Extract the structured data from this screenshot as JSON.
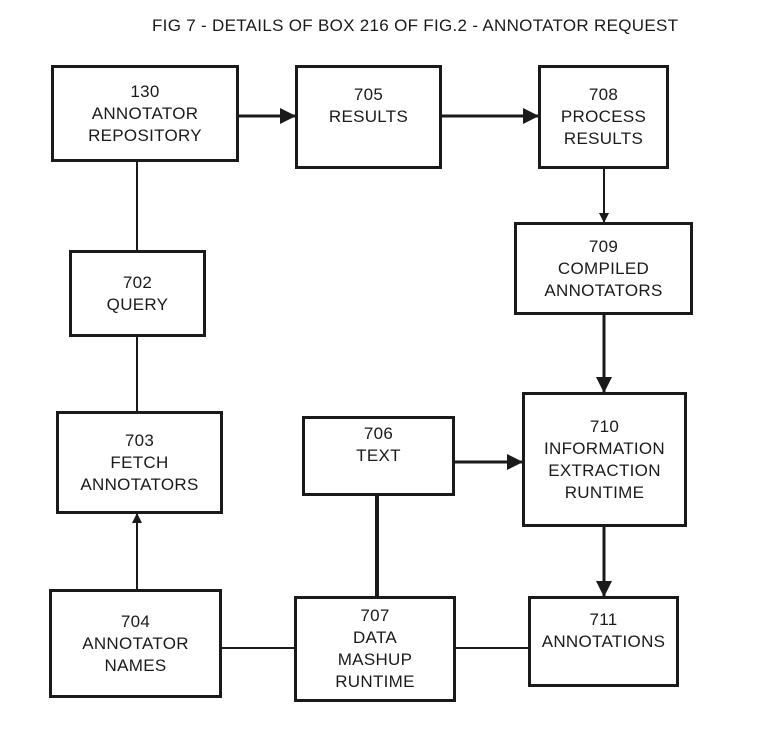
{
  "title": "FIG 7 - DETAILS OF BOX 216 OF FIG.2 - ANNOTATOR REQUEST",
  "boxes": {
    "b130": {
      "lines": [
        "130",
        "ANNOTATOR",
        "REPOSITORY"
      ]
    },
    "b705": {
      "lines": [
        "705",
        "RESULTS",
        ""
      ]
    },
    "b708": {
      "lines": [
        "708",
        "PROCESS",
        "RESULTS"
      ]
    },
    "b702": {
      "lines": [
        "702",
        "QUERY"
      ]
    },
    "b709": {
      "lines": [
        "709",
        "COMPILED",
        "ANNOTATORS"
      ]
    },
    "b703": {
      "lines": [
        "703",
        "FETCH",
        "ANNOTATORS"
      ]
    },
    "b706": {
      "lines": [
        "706",
        "TEXT",
        ""
      ]
    },
    "b710": {
      "lines": [
        "710",
        "INFORMATION",
        "EXTRACTION",
        "RUNTIME"
      ]
    },
    "b704": {
      "lines": [
        "704",
        "ANNOTATOR",
        "NAMES"
      ]
    },
    "b707": {
      "lines": [
        "707",
        "DATA",
        "MASHUP",
        "RUNTIME"
      ]
    },
    "b711": {
      "lines": [
        "711",
        "ANNOTATIONS",
        ""
      ]
    }
  },
  "colors": {
    "line": "#1a1a1a",
    "background": "#ffffff"
  }
}
